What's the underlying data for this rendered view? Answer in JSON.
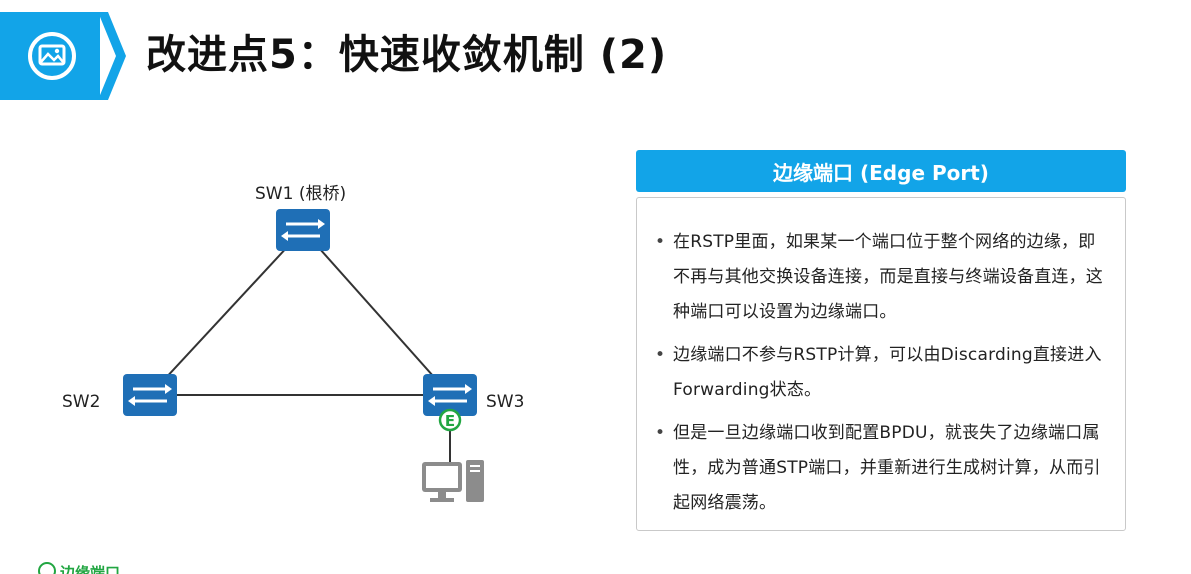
{
  "title": "改进点5：快速收敛机制 (2)",
  "header_icon": "image-icon",
  "colors": {
    "accent_blue": "#12a4e8",
    "switch_blue": "#1f6fb6",
    "edge_green": "#22a642"
  },
  "topology": {
    "nodes": [
      {
        "id": "sw1",
        "label": "SW1 (根桥)"
      },
      {
        "id": "sw2",
        "label": "SW2"
      },
      {
        "id": "sw3",
        "label": "SW3"
      }
    ],
    "links": [
      {
        "from": "sw1",
        "to": "sw2"
      },
      {
        "from": "sw1",
        "to": "sw3"
      },
      {
        "from": "sw2",
        "to": "sw3"
      }
    ],
    "edge_port_marker": "E",
    "host_icon": "computer-icon"
  },
  "panel": {
    "heading": "边缘端口 (Edge Port)",
    "bullets": [
      "在RSTP里面，如果某一个端口位于整个网络的边缘，即不再与其他交换设备连接，而是直接与终端设备直连，这种端口可以设置为边缘端口。",
      "边缘端口不参与RSTP计算，可以由Discarding直接进入Forwarding状态。",
      "但是一旦边缘端口收到配置BPDU，就丧失了边缘端口属性，成为普通STP端口，并重新进行生成树计算，从而引起网络震荡。"
    ]
  },
  "legend": {
    "label": "边缘端口"
  }
}
